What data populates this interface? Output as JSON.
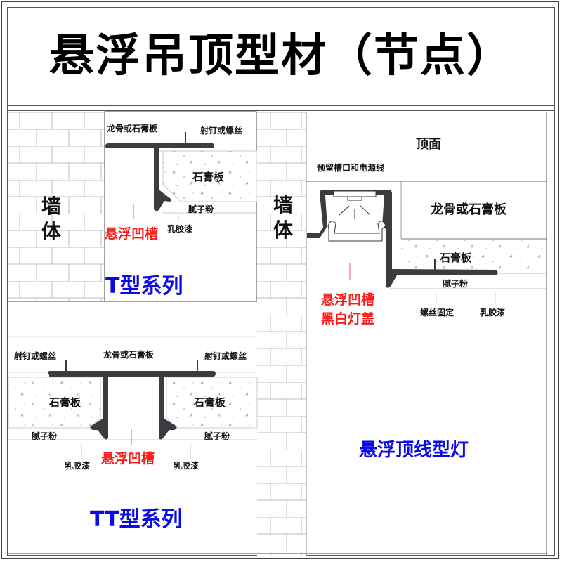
{
  "title": "悬浮吊顶型材（节点）",
  "colors": {
    "profile": "#3a3d40",
    "accent_red": "#ff1a1a",
    "accent_blue": "#0a0ae6",
    "brick_line": "#b8b8b8",
    "border": "#555555"
  },
  "panel_t": {
    "wall_label": [
      "墙",
      "体"
    ],
    "keel_label": "龙骨或石膏板",
    "nail_label": "射钉或螺丝",
    "gypsum_label": "石膏板",
    "putty_label": "腻子粉",
    "paint_label": "乳胶漆",
    "groove_label": "悬浮凹槽",
    "series_name": "T型系列"
  },
  "panel_tt": {
    "nail_label_left": "射钉或螺丝",
    "keel_label": "龙骨或石膏板",
    "nail_label_right": "射钉或螺丝",
    "gypsum_label_left": "石膏板",
    "gypsum_label_right": "石膏板",
    "putty_label_left": "腻子粉",
    "putty_label_right": "腻子粉",
    "paint_label_left": "乳胶漆",
    "paint_label_right": "乳胶漆",
    "groove_label": "悬浮凹槽",
    "series_name": "TT型系列"
  },
  "panel_light": {
    "wall_label": [
      "墙",
      "体"
    ],
    "ceiling_label": "顶面",
    "reserved_label": "预留槽口和电源线",
    "keel_label": "龙骨或石膏板",
    "gypsum_label": "石膏板",
    "putty_label": "腻子粉",
    "screw_label": "螺丝固定",
    "paint_label": "乳胶漆",
    "groove_label_line1": "悬浮凹槽",
    "groove_label_line2": "黑白灯盖",
    "series_name": "悬浮顶线型灯"
  }
}
